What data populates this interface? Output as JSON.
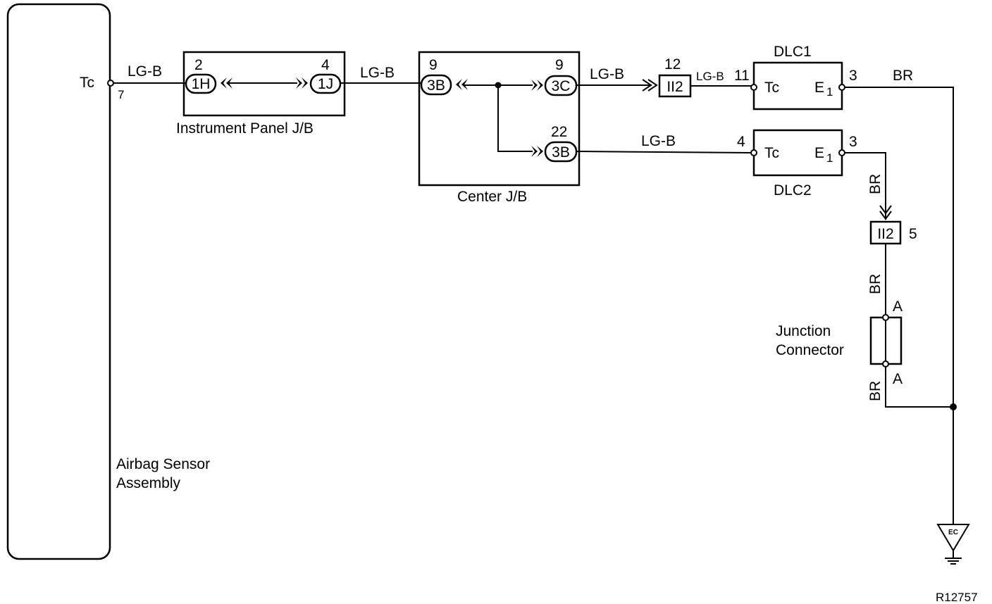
{
  "sensor": {
    "label_line1": "Airbag Sensor",
    "label_line2": "Assembly",
    "terminal": "Tc",
    "pin": "7"
  },
  "wires": {
    "w1": "LG-B",
    "w2": "LG-B",
    "w3": "LG-B",
    "w4": "LG-B",
    "w5": "LG-B",
    "br_top": "BR",
    "br_dlc2": "BR",
    "br_mid": "BR",
    "br_low": "BR"
  },
  "ip_jb": {
    "label": "Instrument Panel J/B",
    "left_conn": "1H",
    "left_pin": "2",
    "right_conn": "1J",
    "right_pin": "4"
  },
  "center_jb": {
    "label": "Center J/B",
    "in_conn": "3B",
    "in_pin": "9",
    "out1_conn": "3C",
    "out1_pin": "9",
    "out2_conn": "3B",
    "out2_pin": "22"
  },
  "ii2_top": {
    "label": "II2",
    "pin": "12"
  },
  "ii2_side": {
    "label": "II2",
    "pin": "5"
  },
  "dlc1": {
    "label": "DLC1",
    "tc": "Tc",
    "e1": "E",
    "e1_sub": "1",
    "pin_in": "11",
    "pin_out": "3"
  },
  "dlc2": {
    "label": "DLC2",
    "tc": "Tc",
    "e1": "E",
    "e1_sub": "1",
    "pin_in": "4",
    "pin_out": "3"
  },
  "junction": {
    "label_line1": "Junction",
    "label_line2": "Connector",
    "pin_top": "A",
    "pin_bottom": "A"
  },
  "ground": {
    "label": "EC"
  },
  "figure_code": "R12757"
}
